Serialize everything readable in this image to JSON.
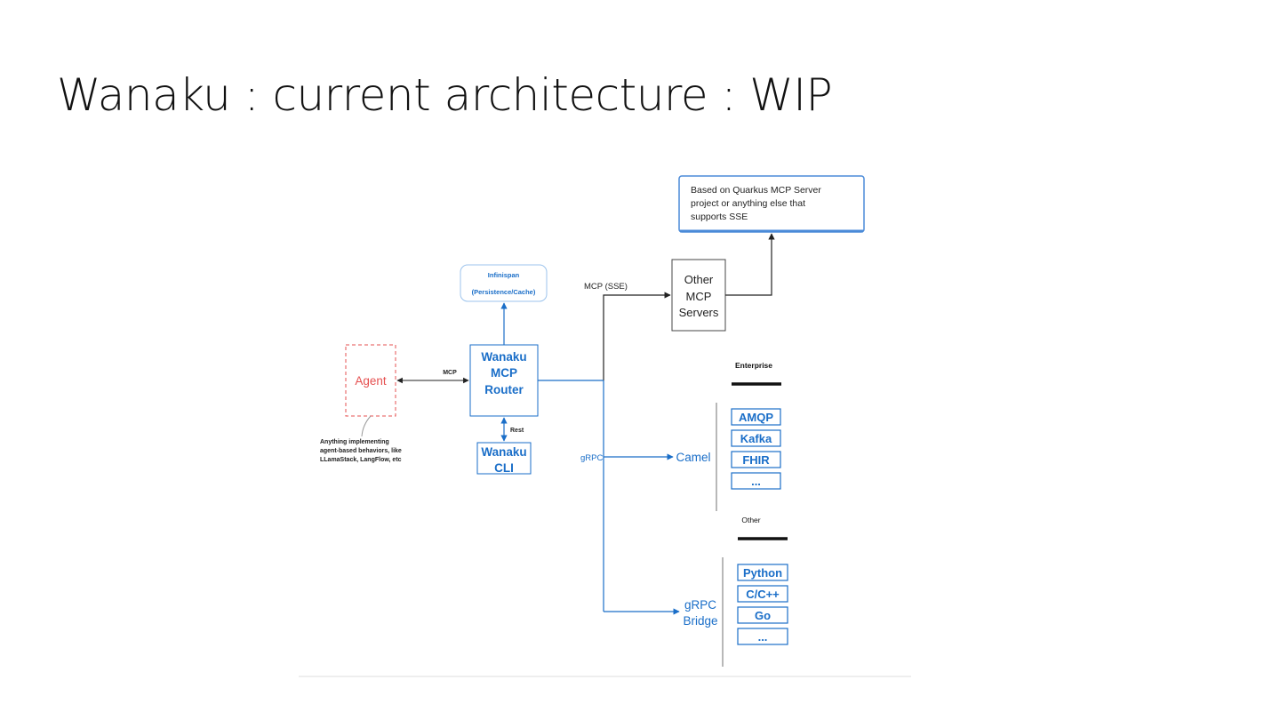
{
  "slide": {
    "title": "Wanaku : current architecture : WIP"
  },
  "colors": {
    "blue": "#1a6ec8",
    "agent_red": "#e55050",
    "black": "#111111",
    "note_border": "#4a8ad8",
    "divider": "#dddddd"
  },
  "diagram": {
    "note": {
      "lines": [
        "Based on Quarkus MCP Server",
        "project or anything else that",
        "supports SSE"
      ]
    },
    "infinispan": {
      "name": "Infinispan",
      "subtitle": "(Persistence/Cache)"
    },
    "other_mcp": {
      "lines": [
        "Other",
        "MCP",
        "Servers"
      ]
    },
    "mcp_sse_label": "MCP (SSE)",
    "router": {
      "lines": [
        "Wanaku",
        "MCP",
        "Router"
      ]
    },
    "agent": {
      "label": "Agent",
      "note_lines": [
        "Anything implementing",
        "agent-based behaviors, like",
        "LLamaStack, LangFlow, etc"
      ]
    },
    "mcp_label": "MCP",
    "rest_label": "Rest",
    "cli": {
      "lines": [
        "Wanaku",
        "CLI"
      ]
    },
    "grpc_label": "gRPC",
    "camel": {
      "label": "Camel"
    },
    "enterprise": {
      "header": "Enterprise",
      "items": [
        "AMQP",
        "Kafka",
        "FHIR",
        "..."
      ]
    },
    "grpc_bridge": {
      "lines": [
        "gRPC",
        "Bridge"
      ]
    },
    "other_group": {
      "header": "Other",
      "items": [
        "Python",
        "C/C++",
        "Go",
        "..."
      ]
    }
  }
}
